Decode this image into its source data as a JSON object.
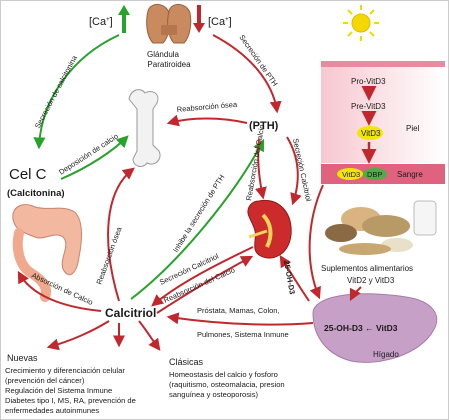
{
  "colors": {
    "red": "#c0282d",
    "green": "#27a22a",
    "text": "#1a1a1a",
    "thyroid": "#c98a60",
    "skin_band": "#f2a7b4",
    "liver": "#c7a0c7",
    "kidney": "#cc2b2b",
    "sun": "#f4d900"
  },
  "icons": {
    "thyroid": "thyroid-gland-icon",
    "bone": "bone-icon",
    "kidney": "kidney-icon",
    "intestine": "intestine-icon",
    "liver": "liver-icon",
    "sun": "sun-icon",
    "food": "food-supplements-icon"
  },
  "top": {
    "ca_left": "[Ca",
    "ca_right": "[Ca",
    "plus": "+",
    "bracket": "]",
    "gland_line1": "Glándula",
    "gland_line2": "Paratiroidea"
  },
  "labels": {
    "secrecion_calcitonina": "Secreción de calcitonina",
    "secrecion_pth": "Secreción de PTH",
    "reabsorcion_osea_top": "Reabsorción ósea",
    "pth": "(PTH)",
    "deposicion_calcio": "Deposición de calcio",
    "cel_c": "Cel C",
    "calcitonina": "(Calcitonina)",
    "inhibe_pth": "Inhibe la secreción de PTH",
    "reabsorcion_calcio_pth": "Reabsorción del Calcio",
    "secrecion_calcitriol_right": "Secreción Calcitriol",
    "reabsorcion_osea_left": "Reabsorción ósea",
    "secrecion_calcitriol_mid": "Secreción Calcitriol",
    "reabsorcion_calcio_mid": "Reabsorción del Calcio",
    "absorcion_calcio": "Absorción de Calcio",
    "calcitriol": "Calcitriol",
    "target_line1": "Próstata, Mamas, Colon,",
    "target_line2": "Pulmones, Sistema Inmune",
    "oh_d3_vertical": "25-OH-D3",
    "oh_d3_liver": "25-OH-D3 ← VitD3",
    "higado": "Hígado"
  },
  "skin": {
    "pro_vitd3": "Pro-VitD3",
    "pre_vitd3": "Pre-VitD3",
    "vitd3": "VitD3",
    "piel": "Piel",
    "vitd3_bound": "VitD3",
    "dbp": "DBP",
    "sangre": "Sangre"
  },
  "supplements": {
    "line1": "Suplementos alimentarios",
    "line2": "VitD2 y VitD3"
  },
  "nuevas": {
    "title": "Nuevas",
    "lines": [
      "Crecimiento y diferenciación celular",
      "(prevención del cáncer)",
      "Regulación del Sistema Inmune",
      "Diabetes tipo I, MS, RA, prevención de",
      "enfermedades autoinmunes"
    ]
  },
  "clasicas": {
    "title": "Clásicas",
    "lines": [
      "Homeostasis del calcio y fosforo",
      "(raquitismo, osteomalacia, presion",
      "sanguínea y osteoporosis)"
    ]
  }
}
